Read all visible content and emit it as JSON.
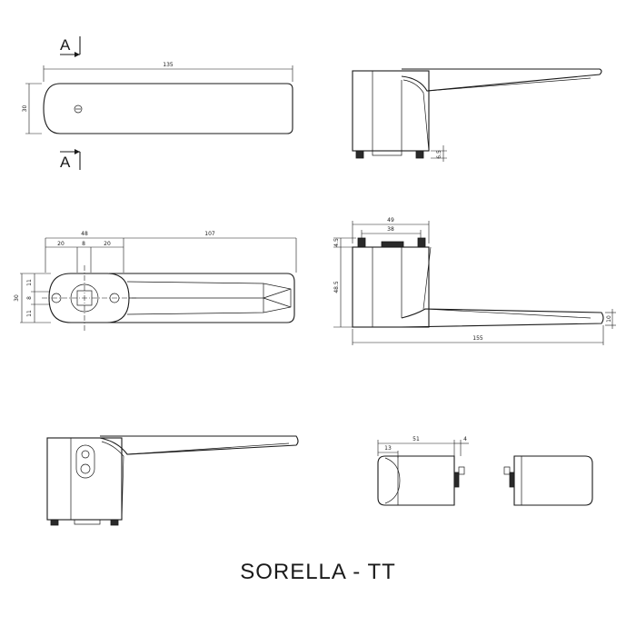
{
  "title": "SORELLA - TT",
  "section_marker": "A",
  "dimensions": {
    "top_length": "135",
    "top_height": "30",
    "side_bottom": "6.5",
    "front_48": "48",
    "front_107": "107",
    "front_20a": "20",
    "front_8": "8",
    "front_20b": "20",
    "front_v30": "30",
    "front_v11a": "11",
    "front_v8": "8",
    "front_v11b": "11",
    "back_49": "49",
    "back_38": "38",
    "back_45": "4.5",
    "back_485": "48.5",
    "back_155": "155",
    "back_10": "10",
    "rose_51": "51",
    "rose_13": "13",
    "rose_4": "4"
  }
}
